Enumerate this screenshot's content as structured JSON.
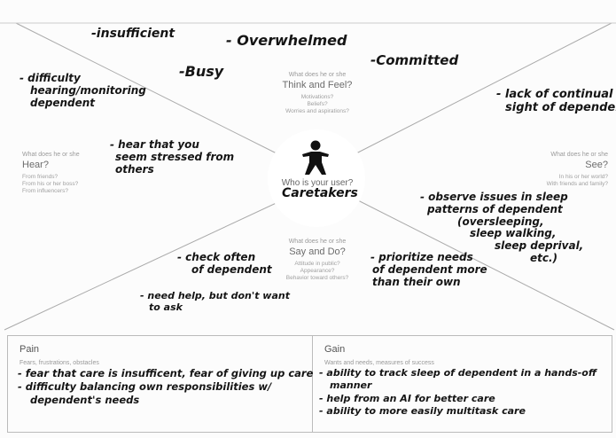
{
  "center": {
    "question": "Who is your user?",
    "answer": "Caretakers",
    "icon": "person-icon"
  },
  "think_feel": {
    "small": "What does he or she",
    "title": "Think and Feel?",
    "hints": [
      "Motivations?",
      "Beliefs?",
      "Worries and aspirations?"
    ],
    "notes": [
      "-insufficient",
      "- Overwhelmed",
      "-Busy",
      "-Committed"
    ]
  },
  "hear": {
    "small": "What does he or she",
    "title": "Hear?",
    "hints": [
      "From friends?",
      "From his or her boss?",
      "From influencers?"
    ],
    "notes": [
      "- difficulty",
      "hearing/monitoring",
      "dependent",
      "- hear that you",
      "seem stressed from",
      "others"
    ]
  },
  "see": {
    "small": "What does he or she",
    "title": "See?",
    "hints": [
      "In his or her world?",
      "With friends and family?"
    ],
    "notes": [
      "- lack of continual",
      "sight of dependent",
      "- observe issues in sleep",
      "patterns of dependent",
      "(oversleeping,",
      "sleep walking,",
      "sleep deprival,",
      "etc.)"
    ]
  },
  "say_do": {
    "small": "What does he or she",
    "title": "Say and Do?",
    "hints": [
      "Attitude in public?",
      "Appearance?",
      "Behavior toward others?"
    ],
    "notes": [
      "- check often",
      "of dependent",
      "- need help, but don't want",
      "to ask",
      "- prioritize needs",
      "of dependent more",
      "than their own"
    ]
  },
  "pain": {
    "title": "Pain",
    "subtitle": "Fears, frustrations, obstacles",
    "notes": [
      "- fear that care is insufficent, fear of giving up care",
      "- difficulty balancing own responsibilities w/",
      "dependent's needs"
    ]
  },
  "gain": {
    "title": "Gain",
    "subtitle": "Wants and needs, measures of success",
    "notes": [
      "- ability to track sleep of dependent in a hands-off",
      "manner",
      "- help from an AI for better care",
      "- ability to more easily multitask care"
    ]
  }
}
